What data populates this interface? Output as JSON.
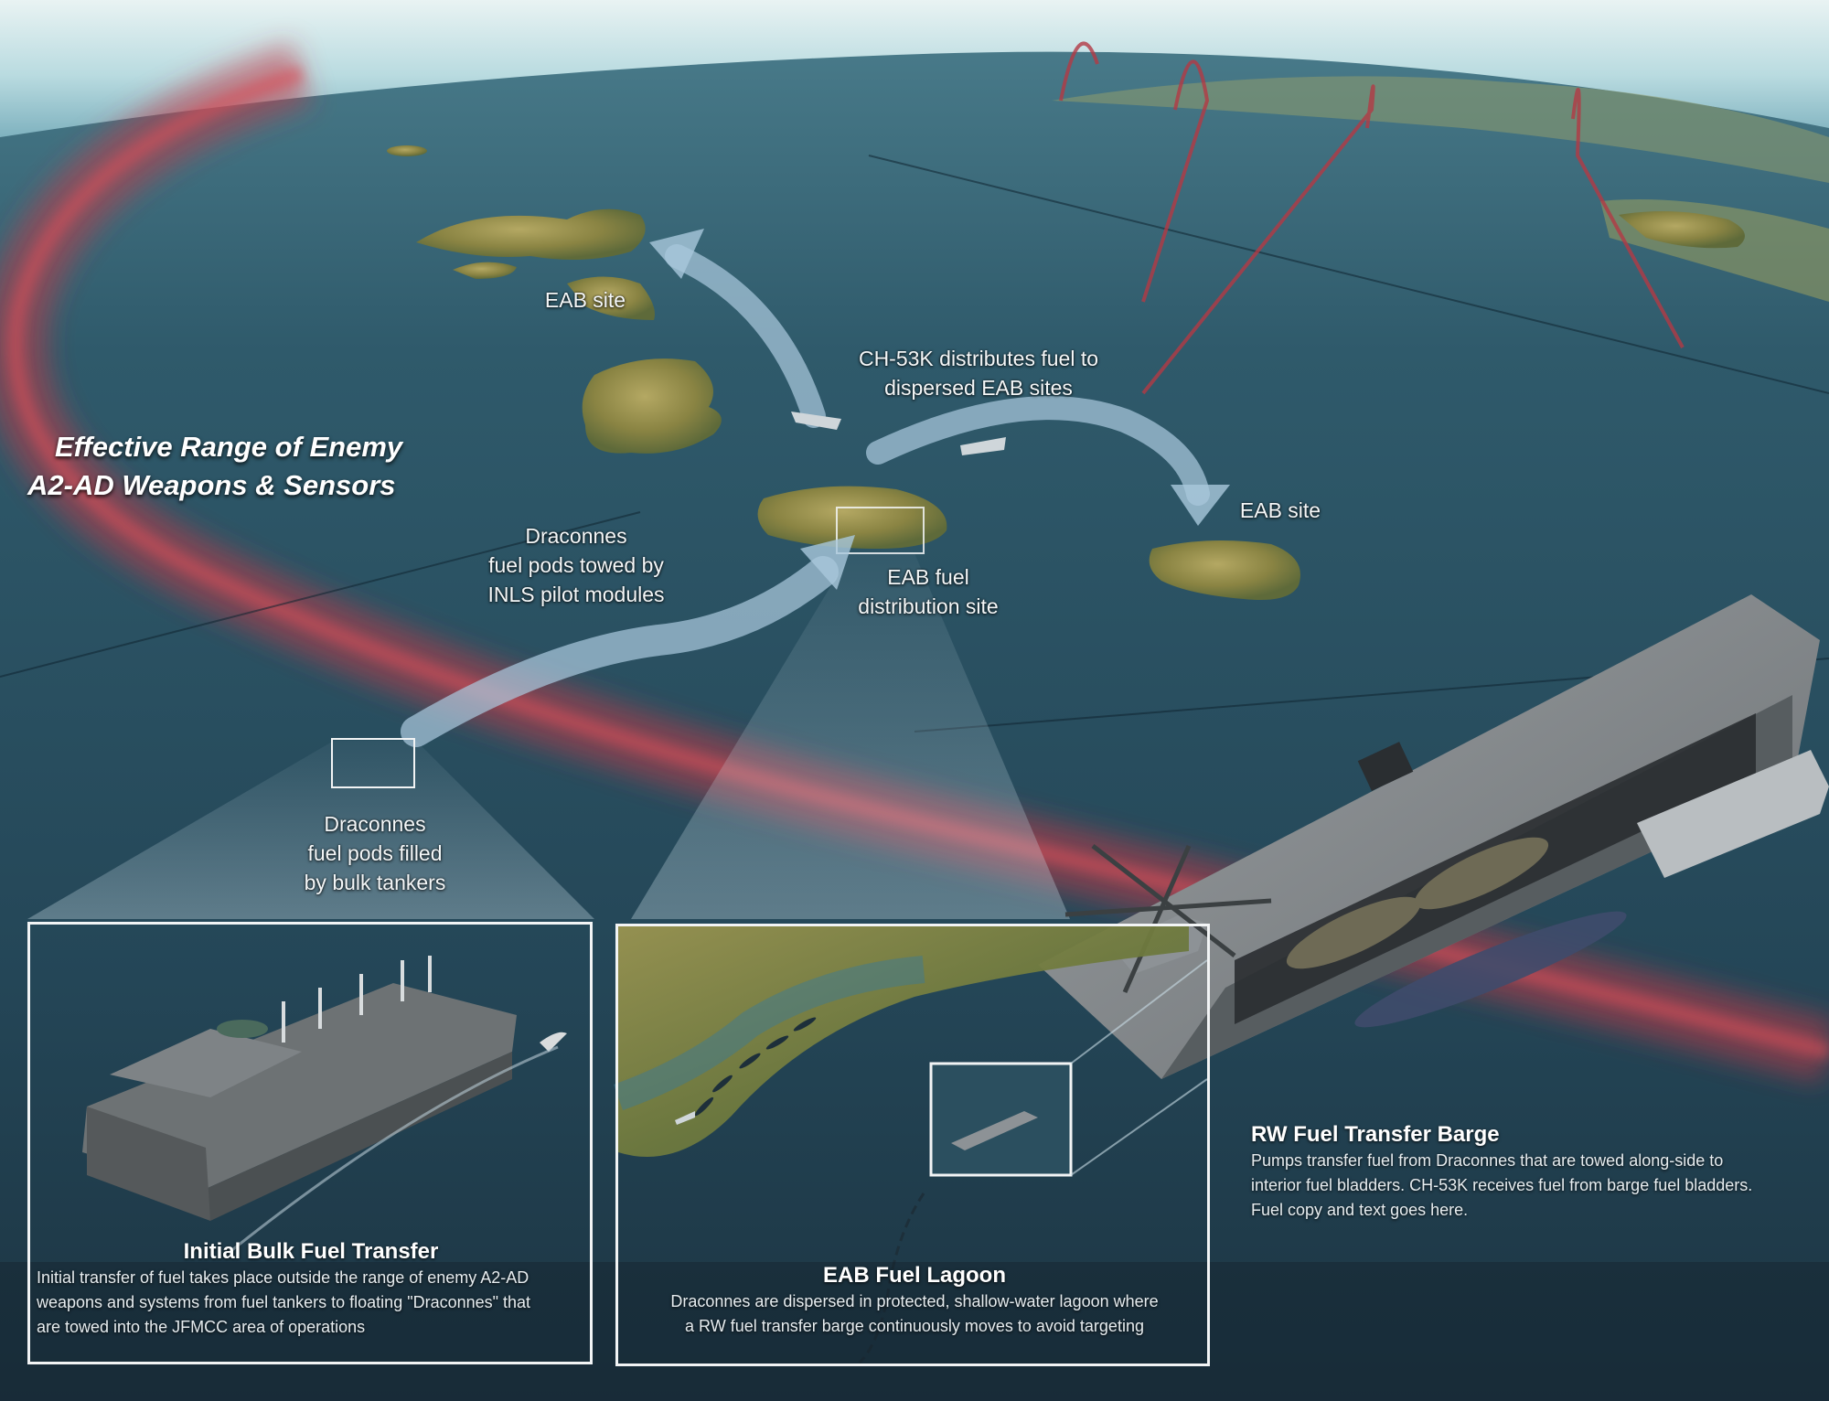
{
  "range_title": {
    "line1": "Effective Range of Enemy",
    "line2": "A2-AD Weapons & Sensors"
  },
  "labels": {
    "eab_site_north": "EAB site",
    "eab_site_east": "EAB site",
    "ch53k_line1": "CH-53K distributes fuel to",
    "ch53k_line2": "dispersed EAB sites",
    "towed_line1": "Draconnes",
    "towed_line2": "fuel pods towed by",
    "towed_line3": "INLS pilot modules",
    "eab_fuel_line1": "EAB fuel",
    "eab_fuel_line2": "distribution site",
    "filled_line1": "Draconnes",
    "filled_line2": "fuel pods filled",
    "filled_line3": "by bulk tankers"
  },
  "panels": {
    "bulk": {
      "title": "Initial Bulk Fuel Transfer",
      "body1": "Initial transfer of fuel takes place outside the range of enemy A2-AD",
      "body2": "weapons and systems from fuel tankers to floating \"Draconnes\" that",
      "body3": "are towed into the JFMCC area of operations"
    },
    "lagoon": {
      "title": "EAB Fuel Lagoon",
      "body1": "Draconnes are dispersed in protected, shallow-water lagoon where",
      "body2": "a RW fuel transfer barge continuously moves to avoid targeting"
    }
  },
  "barge_caption": {
    "title": "RW Fuel Transfer Barge",
    "body1": "Pumps transfer fuel from Draconnes that are towed along-side to",
    "body2": "interior fuel bladders. CH-53K receives fuel from barge fuel bladders.",
    "body3": "Fuel copy and text goes here."
  },
  "colors": {
    "ocean": "#2a4f60",
    "threat_ring": "#c23a47",
    "flow_arrow": "#a9c8dc",
    "island": "#8f8a4a",
    "panel_border": "#f2f4f5"
  }
}
